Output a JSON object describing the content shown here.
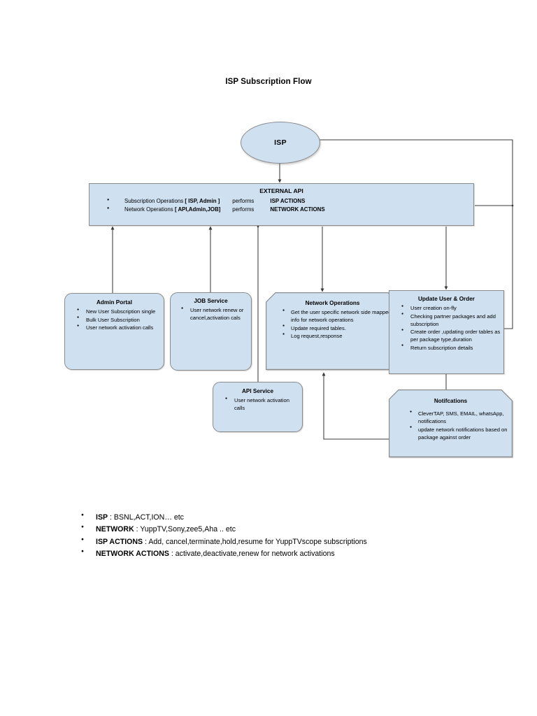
{
  "page": {
    "title": "ISP Subscription Flow"
  },
  "colors": {
    "node_fill": "#cfe0f1",
    "node_border": "#8b8b8b",
    "connector": "#3a3a3a",
    "page_background": "#ffffff"
  },
  "diagram": {
    "isp": {
      "label": "ISP"
    },
    "external_api": {
      "title": "EXTERNAL API",
      "rows": [
        {
          "label": "Subscription Operations",
          "actors": "[ ISP, Admin ]",
          "verb": "performs",
          "action": "ISP ACTIONS"
        },
        {
          "label": "Network Operations",
          "actors": "[ API,Admin,JOB]",
          "verb": "performs",
          "action": "NETWORK ACTIONS"
        }
      ]
    },
    "admin_portal": {
      "title": "Admin Portal",
      "items": [
        "New User Subscription single",
        "Bulk User Subscription",
        "User network activation calls"
      ]
    },
    "job_service": {
      "title": "JOB Service",
      "items": [
        "User network renew or cancel,activation  cals"
      ]
    },
    "api_service": {
      "title": "API Service",
      "items": [
        "User network activation calls"
      ]
    },
    "network_operations": {
      "title": "Network Operations",
      "items": [
        "Get the user specific network side mapped info for  network operations",
        "Update required tables.",
        "Log request,response"
      ]
    },
    "update_user_order": {
      "title": "Update User & Order",
      "items": [
        "User creation on-fly",
        "Checking partner packages and add subscription",
        "Create order ,updating order tables as per package type,duration",
        "Return subscription details"
      ]
    },
    "notifications": {
      "title": "Notifcations",
      "items": [
        "CleverTAP, SMS, EMAIL, whatsApp, notifications",
        "update network notifications based on package  against order"
      ]
    }
  },
  "legend": {
    "items": [
      {
        "term": "ISP",
        "rest": " : BSNL,ACT,ION… etc"
      },
      {
        "term": "NETWORK",
        "rest": " : YuppTV,Sony,zee5,Aha .. etc"
      },
      {
        "term": "ISP ACTIONS",
        "rest": " : Add, cancel,terminate,hold,resume for YuppTVscope subscriptions"
      },
      {
        "term": "NETWORK ACTIONS",
        "rest": " : activate,deactivate,renew  for network activations"
      }
    ]
  }
}
